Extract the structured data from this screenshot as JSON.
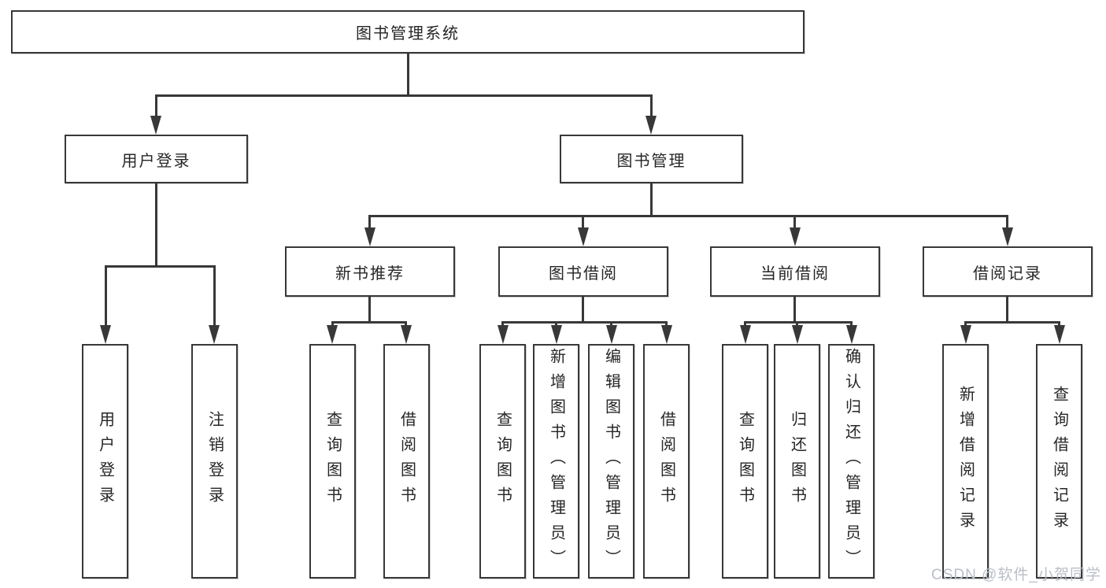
{
  "diagram_title": "图书管理系统",
  "nodes": {
    "root": {
      "label": "图书管理系统"
    },
    "level2": [
      {
        "label": "用户登录"
      },
      {
        "label": "图书管理"
      }
    ],
    "level3": [
      {
        "label": "新书推荐"
      },
      {
        "label": "图书借阅"
      },
      {
        "label": "当前借阅"
      },
      {
        "label": "借阅记录"
      }
    ],
    "leaves": {
      "user_login": [
        {
          "label": "用户登录"
        },
        {
          "label": "注销登录"
        }
      ],
      "new_book": [
        {
          "label": "查询图书"
        },
        {
          "label": "借阅图书"
        }
      ],
      "book_borrow": [
        {
          "label": "查询图书"
        },
        {
          "label": "新增图书（管理员）"
        },
        {
          "label": "编辑图书（管理员）"
        },
        {
          "label": "借阅图书"
        }
      ],
      "current_borrow": [
        {
          "label": "查询图书"
        },
        {
          "label": "归还图书"
        },
        {
          "label": "确认归还（管理员）"
        }
      ],
      "borrow_record": [
        {
          "label": "新增借阅记录"
        },
        {
          "label": "查询借阅记录"
        }
      ]
    }
  },
  "watermark": {
    "text": "CSDN @软件_小贺同学"
  },
  "colors": {
    "line": "#383838",
    "text": "#262626",
    "background": "#ffffff",
    "watermark": "#b9bec7"
  }
}
